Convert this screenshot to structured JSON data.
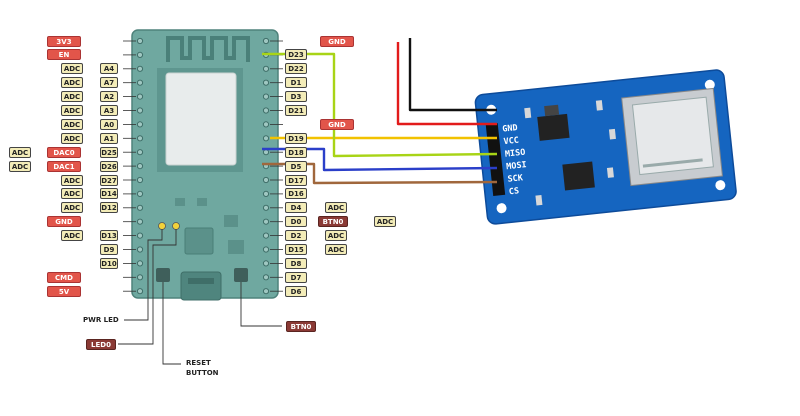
{
  "board": {
    "left_pins": [
      {
        "name": "3V3",
        "kind": "power"
      },
      {
        "name": "EN",
        "kind": "power"
      },
      {
        "name": "A4",
        "adc": [
          "ADC"
        ]
      },
      {
        "name": "A7",
        "adc": [
          "ADC"
        ]
      },
      {
        "name": "A2",
        "adc": [
          "ADC"
        ]
      },
      {
        "name": "A3",
        "adc": [
          "ADC"
        ]
      },
      {
        "name": "A0",
        "adc": [
          "ADC"
        ]
      },
      {
        "name": "A1",
        "adc": [
          "ADC"
        ]
      },
      {
        "name": "D25",
        "extra": "DAC0",
        "adc": [
          "ADC"
        ]
      },
      {
        "name": "D26",
        "extra": "DAC1",
        "adc": [
          "ADC"
        ]
      },
      {
        "name": "D27",
        "adc": [
          "ADC"
        ]
      },
      {
        "name": "D14",
        "adc": [
          "ADC"
        ]
      },
      {
        "name": "D12",
        "adc": [
          "ADC"
        ]
      },
      {
        "name": "GND",
        "kind": "power"
      },
      {
        "name": "D13",
        "adc": [
          "ADC"
        ]
      },
      {
        "name": "D9"
      },
      {
        "name": "D10"
      },
      {
        "name": "CMD",
        "kind": "power"
      },
      {
        "name": "5V",
        "kind": "power"
      }
    ],
    "right_pins": [
      {
        "name": "GND",
        "kind": "power"
      },
      {
        "name": "D23"
      },
      {
        "name": "D22"
      },
      {
        "name": "D1"
      },
      {
        "name": "D3"
      },
      {
        "name": "D21"
      },
      {
        "name": "GND",
        "kind": "power"
      },
      {
        "name": "D19"
      },
      {
        "name": "D18"
      },
      {
        "name": "D5"
      },
      {
        "name": "D17"
      },
      {
        "name": "D16"
      },
      {
        "name": "D4",
        "adc": "ADC"
      },
      {
        "name": "D0",
        "btn": "BTN0",
        "adc": "ADC"
      },
      {
        "name": "D2",
        "adc": "ADC"
      },
      {
        "name": "D15",
        "adc": "ADC"
      },
      {
        "name": "D8"
      },
      {
        "name": "D7"
      },
      {
        "name": "D6"
      }
    ],
    "bottom_labels": {
      "pwr_led": "PWR LED",
      "led0": "LED0",
      "reset": "RESET",
      "reset2": "BUTTON",
      "btn0": "BTN0"
    }
  },
  "sd_module": {
    "pins": [
      "GND",
      "VCC",
      "MISO",
      "MOSI",
      "SCK",
      "CS"
    ]
  },
  "colors": {
    "board": "#6fa8a0",
    "sd_board": "#1565c0",
    "power_label": "#e2554a",
    "btn_label": "#8b3a35",
    "wire_gnd": "#111111",
    "wire_vcc": "#e21b1b",
    "wire_miso": "#f2c200",
    "wire_mosi": "#a8d416",
    "wire_sck": "#2b3fc9",
    "wire_cs": "#a0673c"
  }
}
